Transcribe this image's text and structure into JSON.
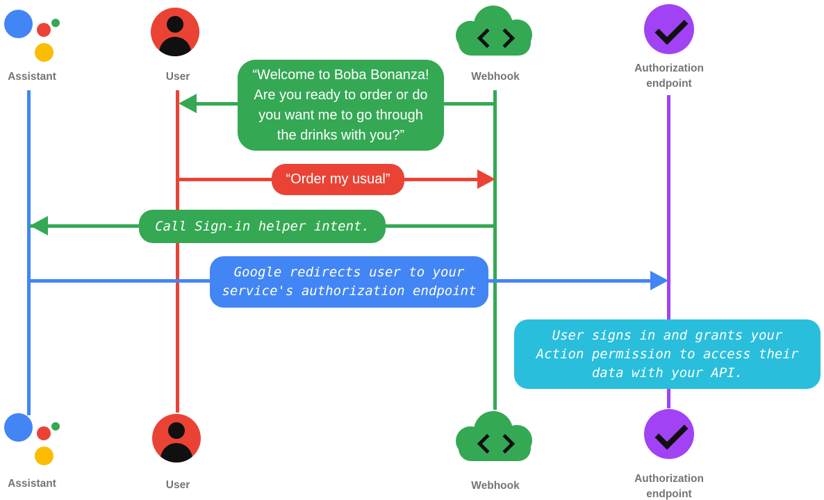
{
  "diagram": {
    "title_context": "Sign-in helper sequence diagram",
    "background": "#ffffff",
    "actors": {
      "assistant": {
        "label": "Assistant",
        "color": "#4285F4",
        "icon": "google-assistant-logo-icon"
      },
      "user": {
        "label": "User",
        "color": "#EA4335",
        "icon": "person-circle-icon"
      },
      "webhook": {
        "label": "Webhook",
        "color": "#34A853",
        "icon": "cloud-code-icon"
      },
      "auth": {
        "label_lines": [
          "Authorization",
          "endpoint"
        ],
        "color": "#A142F4",
        "icon": "check-circle-icon"
      }
    },
    "messages": [
      {
        "id": "welcome",
        "from": "webhook",
        "to": "user",
        "direction": "left",
        "color": "#34A853",
        "text_style": "sans",
        "lines": [
          "“Welcome to Boba Bonanza!",
          "Are you ready to order or do",
          "you want me to go through",
          "the drinks with you?”"
        ]
      },
      {
        "id": "order",
        "from": "user",
        "to": "webhook",
        "direction": "right",
        "color": "#EA4335",
        "text_style": "sans",
        "lines": [
          "“Order my usual”"
        ]
      },
      {
        "id": "signin",
        "from": "webhook",
        "to": "assistant",
        "direction": "left",
        "color": "#34A853",
        "text_style": "mono-italic",
        "lines": [
          "Call Sign-in helper intent."
        ]
      },
      {
        "id": "redirect",
        "from": "assistant",
        "to": "auth",
        "direction": "right",
        "color": "#4285F4",
        "text_style": "mono-italic",
        "lines": [
          "Google redirects user to your",
          "service's authorization endpoint"
        ]
      },
      {
        "id": "grant",
        "from": "auth",
        "to": "auth",
        "direction": "note",
        "color": "#29BEDC",
        "text_style": "mono-italic",
        "lines": [
          "User signs in and grants your",
          "Action permission to access their",
          "data with your API."
        ]
      }
    ]
  }
}
